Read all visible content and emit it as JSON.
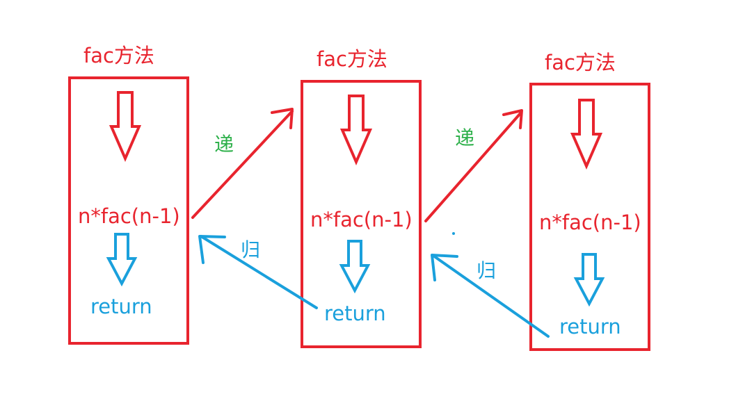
{
  "colors": {
    "red": "#e8242e",
    "blue": "#1aa0dc",
    "green": "#2db04a"
  },
  "frames": [
    {
      "title": "fac方法",
      "expression": "n*fac(n-1)",
      "return_label": "return"
    },
    {
      "title": "fac方法",
      "expression": "n*fac(n-1)",
      "return_label": "return"
    },
    {
      "title": "fac方法",
      "expression": "n*fac(n-1)",
      "return_label": "return"
    }
  ],
  "transitions": {
    "recurse_label": "递",
    "return_label": "归"
  }
}
